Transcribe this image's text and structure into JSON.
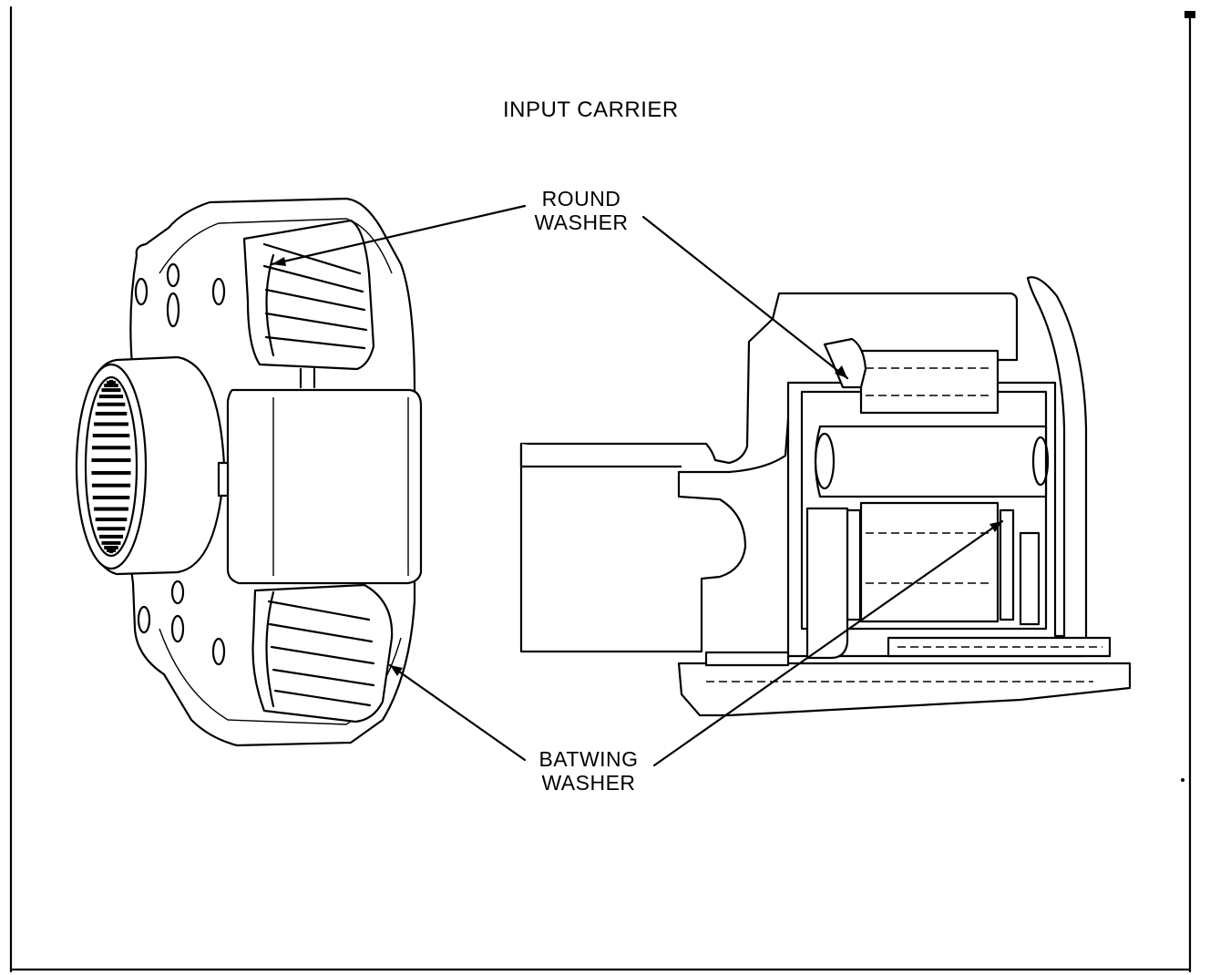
{
  "diagram": {
    "title": "INPUT CARRIER",
    "labels": {
      "round_washer": [
        "ROUND",
        "WASHER"
      ],
      "batwing_washer": [
        "BATWING",
        "WASHER"
      ]
    },
    "colors": {
      "ink": "#000000",
      "paper": "#ffffff"
    }
  }
}
